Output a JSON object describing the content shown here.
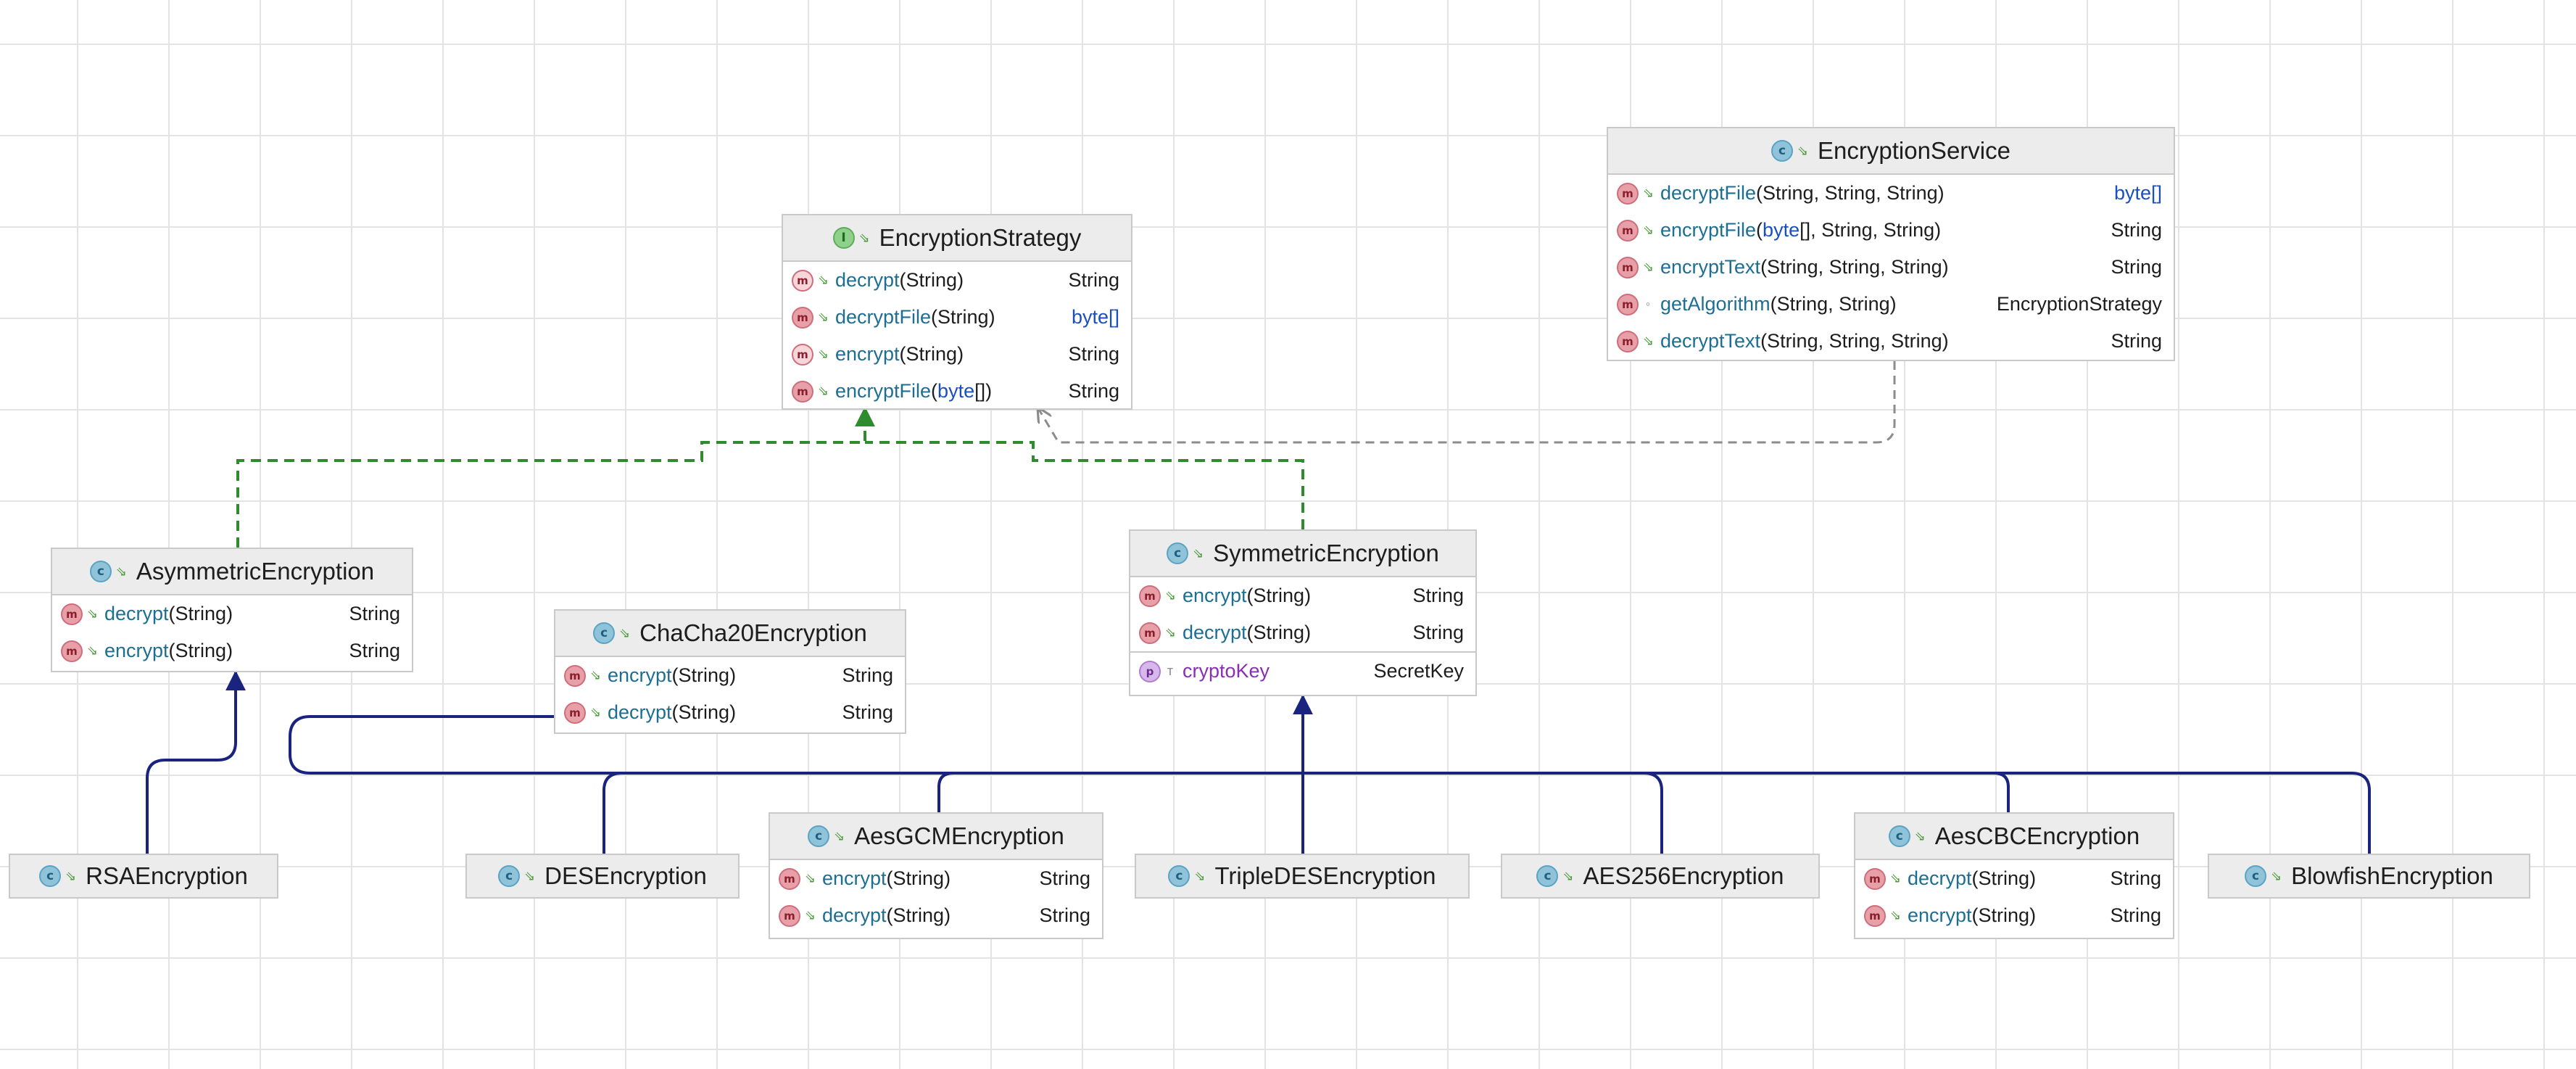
{
  "diagram": {
    "classes": {
      "encryption_service": {
        "name": "EncryptionService",
        "methods": [
          {
            "name": "decryptFile",
            "params_pre": "(String, String, String)",
            "ret": "byte[]"
          },
          {
            "name": "encryptFile",
            "params_pre": "(",
            "params_kw": "byte",
            "params_post": "[], String, String)",
            "ret": "String"
          },
          {
            "name": "encryptText",
            "params_pre": "(String, String, String)",
            "ret": "String"
          },
          {
            "name": "getAlgorithm",
            "params_pre": "(String, String)",
            "ret": "EncryptionStrategy"
          },
          {
            "name": "decryptText",
            "params_pre": "(String, String, String)",
            "ret": "String"
          }
        ]
      },
      "encryption_strategy": {
        "name": "EncryptionStrategy",
        "methods": [
          {
            "name": "decrypt",
            "params_pre": "(String)",
            "ret": "String"
          },
          {
            "name": "decryptFile",
            "params_pre": "(String)",
            "ret": "byte[]"
          },
          {
            "name": "encrypt",
            "params_pre": "(String)",
            "ret": "String"
          },
          {
            "name": "encryptFile",
            "params_pre": "(",
            "params_kw": "byte",
            "params_post": "[])",
            "ret": "String"
          }
        ]
      },
      "asymmetric_encryption": {
        "name": "AsymmetricEncryption",
        "methods": [
          {
            "name": "decrypt",
            "params_pre": "(String)",
            "ret": "String"
          },
          {
            "name": "encrypt",
            "params_pre": "(String)",
            "ret": "String"
          }
        ]
      },
      "chacha20_encryption": {
        "name": "ChaCha20Encryption",
        "methods": [
          {
            "name": "encrypt",
            "params_pre": "(String)",
            "ret": "String"
          },
          {
            "name": "decrypt",
            "params_pre": "(String)",
            "ret": "String"
          }
        ]
      },
      "symmetric_encryption": {
        "name": "SymmetricEncryption",
        "methods": [
          {
            "name": "encrypt",
            "params_pre": "(String)",
            "ret": "String"
          },
          {
            "name": "decrypt",
            "params_pre": "(String)",
            "ret": "String"
          }
        ],
        "fields": [
          {
            "name": "cryptoKey",
            "type": "SecretKey"
          }
        ]
      },
      "aes_gcm_encryption": {
        "name": "AesGCMEncryption",
        "methods": [
          {
            "name": "encrypt",
            "params_pre": "(String)",
            "ret": "String"
          },
          {
            "name": "decrypt",
            "params_pre": "(String)",
            "ret": "String"
          }
        ]
      },
      "aes_cbc_encryption": {
        "name": "AesCBCEncryption",
        "methods": [
          {
            "name": "decrypt",
            "params_pre": "(String)",
            "ret": "String"
          },
          {
            "name": "encrypt",
            "params_pre": "(String)",
            "ret": "String"
          }
        ]
      },
      "rsa_encryption": {
        "name": "RSAEncryption"
      },
      "des_encryption": {
        "name": "DESEncryption"
      },
      "triple_des_encryption": {
        "name": "TripleDESEncryption"
      },
      "aes256_encryption": {
        "name": "AES256Encryption"
      },
      "blowfish_encryption": {
        "name": "BlowfishEncryption"
      }
    },
    "icons": {
      "class_icon": "c",
      "interface_icon": "I",
      "method_icon": "m",
      "property_icon": "p",
      "public_marker": "⇘",
      "package_marker": "◦",
      "final_marker": "ᴛ"
    },
    "colors": {
      "implements_edge": "#2e8b2e",
      "extends_edge": "#1a237e",
      "dependency_edge": "#8c8c8c",
      "method_name": "#1c6e93",
      "field_name": "#8a2fb5",
      "keyword": "#1a4fbf",
      "header_bg": "#ececec",
      "grid": "#e3e3e3"
    }
  }
}
